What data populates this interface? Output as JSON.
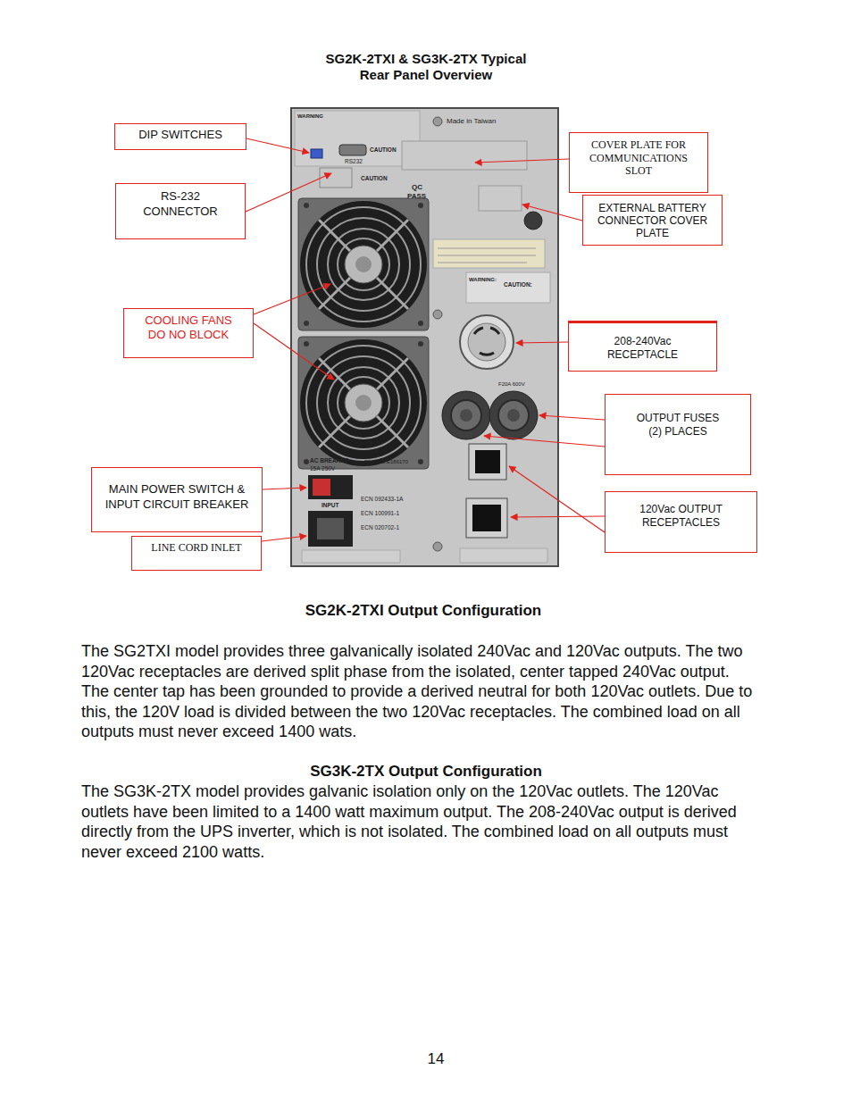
{
  "diagram": {
    "title": "SG2K-2TXI & SG3K-2TX Typical Rear Panel Overview",
    "nodes": [
      {
        "text": [
          "DIP SWITCHES"
        ]
      },
      {
        "text": [
          "RS-232 CONNECTOR"
        ]
      },
      {
        "text": [
          "COOLING FANS DO NO BLOCK"
        ]
      },
      {
        "text": [
          "MAIN POWER SWITCH & INPUT CIRCUIT BREAKER"
        ]
      },
      {
        "text": [
          "LINE CORD INLET"
        ]
      },
      {
        "text": [
          "COVER PLATE FOR COMMUNICATIONS SLOT"
        ]
      },
      {
        "text": [
          "EXTERNAL BATTERY CONNECTOR COVER PLATE"
        ]
      },
      {
        "text": [
          "208-240Vac RECEPTACLE"
        ]
      },
      {
        "text": [
          "OUTPUT FUSES (2) PLACES"
        ]
      },
      {
        "text": [
          "120Vac OUTPUT RECEPTACLES"
        ]
      }
    ],
    "edges": [],
    "labels": [
      "SG2K-2TXI Output Configuration",
      "The SG2TXI model provides three galvanically isolated 240Vac and 120Vac outputs. The two 120Vac receptacles are derived split phase from the isolated, center tapped 240Vac output. The center tap has been grounded to provide a derived neutral for both 120Vac outlets. Due to this, the 120V load is divided between the two 120Vac receptacles. The combined load on all outputs must never exceed 1400 wats.",
      "SG3K-2TX Output Configuration",
      "The SG3K-2TX model provides galvanic isolation only on the 120Vac outlets. The 120Vac outlets have been limited to a 1400 watt maximum output. The 208-240Vac output is derived directly from the UPS inverter, which is not isolated. The combined load on all outputs must never exceed 2100 watts.",
      "14",
      "WARNING",
      "Made in Taiwan",
      "RS232",
      "CAUTION",
      "QC",
      "PASS",
      "CAUTION",
      "AC BREAKER",
      "15A 250V",
      "FILE NO.E186170",
      "INPUT",
      "ECN 092433-1A",
      "ECN 100991-1",
      "ECN 020702-1",
      "F20A 600V",
      "WARNING:",
      "CAUTION:"
    ]
  }
}
